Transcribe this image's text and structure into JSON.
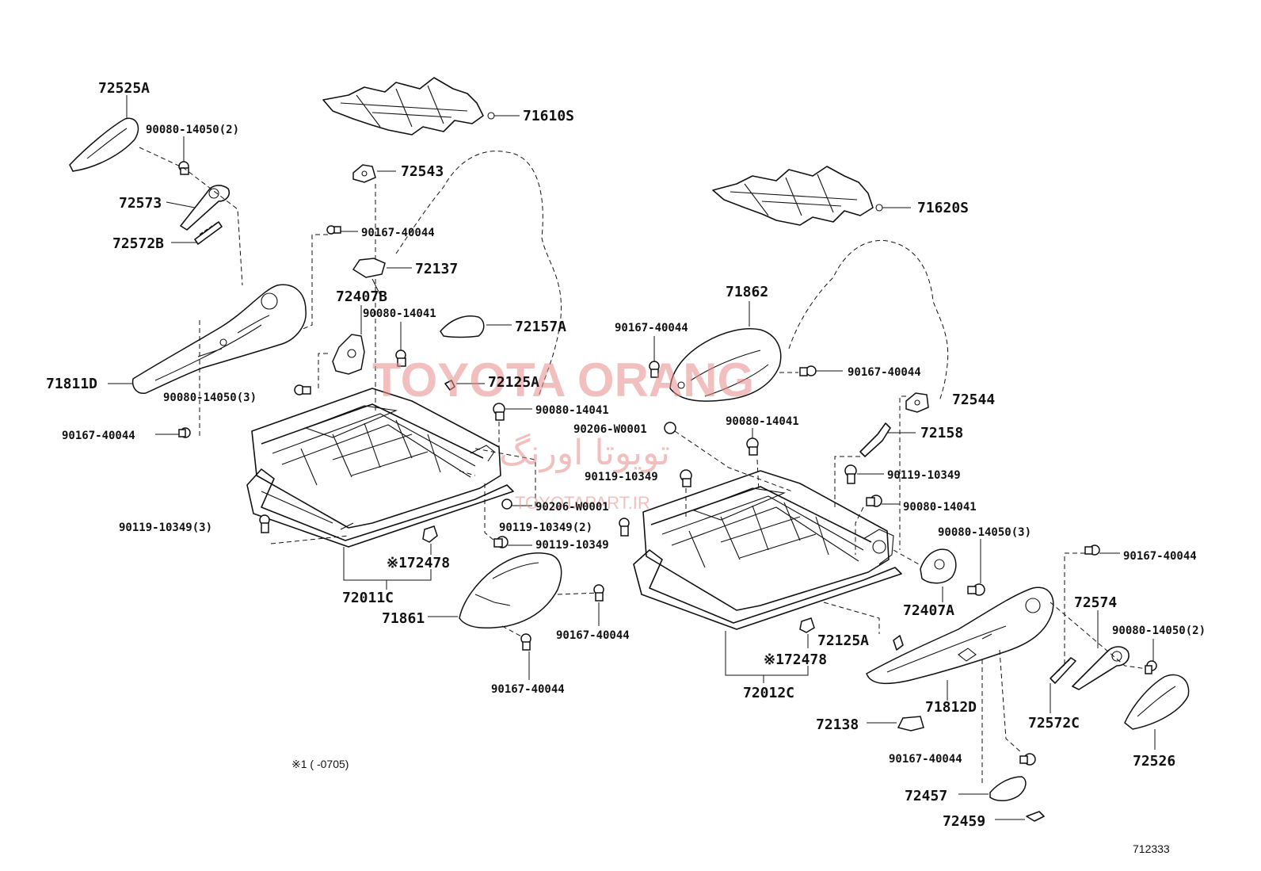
{
  "watermark": {
    "brand": "TOYOTA ORANG",
    "arabic": "تویوتا اورنگ",
    "site": "TOYOTAPART.IR"
  },
  "footnote": "※1 (        -0705)",
  "diagram_id": "712333",
  "labels": {
    "p72525A": "72525A",
    "p90080_14050_2_left": "90080-14050(2)",
    "p72573": "72573",
    "p72572B": "72572B",
    "p71610S": "71610S",
    "p72543": "72543",
    "p90167_40044_a": "90167-40044",
    "p72137": "72137",
    "p72407B": "72407B",
    "p90080_14041_a": "90080-14041",
    "p72157A": "72157A",
    "p71811D": "71811D",
    "p72125A_a": "72125A",
    "p90080_14050_3_left": "90080-14050(3)",
    "p90080_14041_b": "90080-14041",
    "p90167_40044_b": "90167-40044",
    "p90206_W0001_a": "90206-W0001",
    "p90119_10349_3": "90119-10349(3)",
    "p90206_W0001_b": "90206-W0001",
    "p90119_10349_2": "90119-10349(2)",
    "p90119_10349_a": "90119-10349",
    "p72478_a": "※172478",
    "p72011C": "72011C",
    "p71861": "71861",
    "p90167_40044_c": "90167-40044",
    "p90167_40044_d": "90167-40044",
    "p71620S": "71620S",
    "p71862": "71862",
    "p90167_40044_e": "90167-40044",
    "p90167_40044_f": "90167-40044",
    "p72544": "72544",
    "p90080_14041_c": "90080-14041",
    "p72158": "72158",
    "p90119_10349_b": "90119-10349",
    "p90119_10349_c": "90119-10349",
    "p90080_14041_d": "90080-14041",
    "p90080_14050_3_right": "90080-14050(3)",
    "p90167_40044_g": "90167-40044",
    "p72407A": "72407A",
    "p72574": "72574",
    "p90080_14050_2_right": "90080-14050(2)",
    "p72125A_b": "72125A",
    "p72478_b": "※172478",
    "p72012C": "72012C",
    "p71812D": "71812D",
    "p72138": "72138",
    "p72572C": "72572C",
    "p72526": "72526",
    "p90167_40044_h": "90167-40044",
    "p72457": "72457",
    "p72459": "72459"
  }
}
